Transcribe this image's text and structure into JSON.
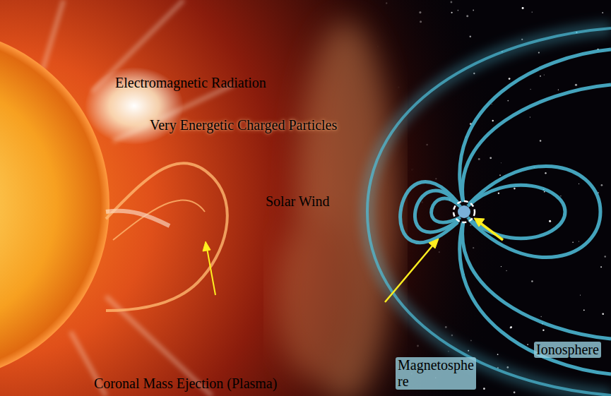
{
  "diagram": {
    "labels": [
      "Electromagnetic Radiation",
      "Very Energetic Charged Particles",
      "Solar Wind",
      "Coronal Mass Ejection (Plasma)",
      "Ionosphere",
      "Magnetosphere"
    ]
  }
}
